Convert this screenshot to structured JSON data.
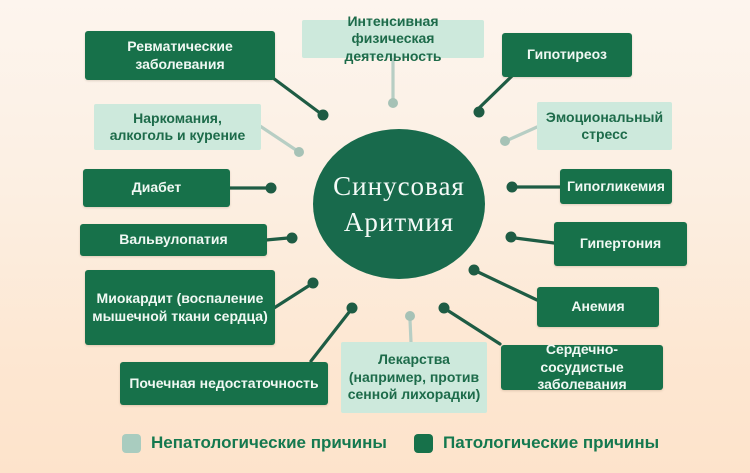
{
  "diagram_title": "Синусовая Аритмия",
  "center": {
    "line1": "Синусовая",
    "line2": "Аритмия"
  },
  "nodes": [
    {
      "id": "rheumatic-diseases",
      "label": "Ревматические заболевания",
      "type": "pathological"
    },
    {
      "id": "intense-physical-activity",
      "label": "Интенсивная физическая деятельность",
      "type": "non_pathological"
    },
    {
      "id": "hypothyroidism",
      "label": "Гипотиреоз",
      "type": "pathological"
    },
    {
      "id": "drugs-alcohol-smoking",
      "label": "Наркомания, алкоголь и курение",
      "type": "non_pathological"
    },
    {
      "id": "emotional-stress",
      "label": "Эмоциональный стресс",
      "type": "non_pathological"
    },
    {
      "id": "diabetes",
      "label": "Диабет",
      "type": "pathological"
    },
    {
      "id": "hypoglycemia",
      "label": "Гипогликемия",
      "type": "pathological"
    },
    {
      "id": "valvulopathy",
      "label": "Вальвулопатия",
      "type": "pathological"
    },
    {
      "id": "hypertension",
      "label": "Гипертония",
      "type": "pathological"
    },
    {
      "id": "myocarditis",
      "label": "Миокардит (воспаление мышечной ткани сердца)",
      "type": "pathological"
    },
    {
      "id": "anemia",
      "label": "Анемия",
      "type": "pathological"
    },
    {
      "id": "renal-failure",
      "label": "Почечная недостаточность",
      "type": "pathological"
    },
    {
      "id": "medication",
      "label": "Лекарства (например, против сенной лихорадки)",
      "type": "non_pathological"
    },
    {
      "id": "cardiovascular-diseases",
      "label": "Сердечно-сосудистые заболевания",
      "type": "pathological"
    }
  ],
  "legend": [
    {
      "id": "non-pathological",
      "label": "Непатологические причины",
      "swatch_color": "#A9CCBF"
    },
    {
      "id": "pathological",
      "label": "Патологические причины",
      "swatch_color": "#17714A"
    }
  ],
  "colors": {
    "pathological_fill": "#17714A",
    "pathological_text": "#F0F8F3",
    "non_pathological_fill": "#CDE9DC",
    "non_pathological_text": "#1D6B4A",
    "dark_line": "#1E5C44",
    "light_line": "#B7CEC4",
    "light_dot": "#A6C2B6",
    "circle_fill": "#186A4C",
    "legend_text": "#15794F",
    "background_top": "#FDF5EE",
    "background_bottom": "#FDE3CB"
  }
}
